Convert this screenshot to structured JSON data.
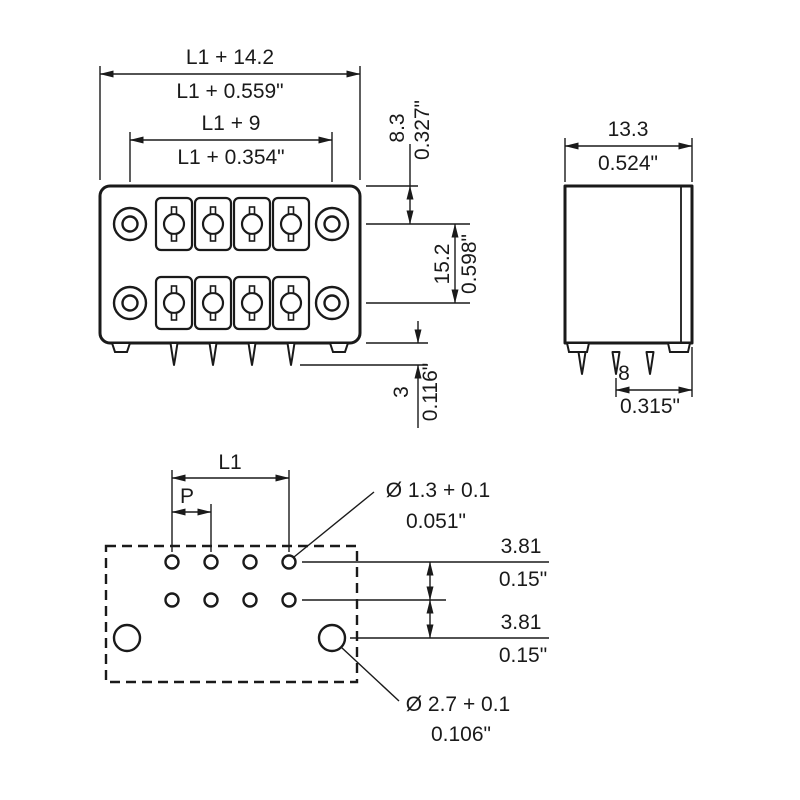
{
  "drawing": {
    "type": "technical-dimension-drawing",
    "views": {
      "front": {
        "dims": {
          "overall_width_mm": "L1 + 14.2",
          "overall_width_in": "L1 + 0.559\"",
          "hole_span_mm": "L1 + 9",
          "hole_span_in": "L1 + 0.354\"",
          "top_offset_mm": "8.3",
          "top_offset_in": "0.327\"",
          "row_spacing_mm": "15.2",
          "row_spacing_in": "0.598\"",
          "pin_length_mm": "3",
          "pin_length_in": "0.116\""
        }
      },
      "side": {
        "dims": {
          "depth_mm": "13.3",
          "depth_in": "0.524\"",
          "pin_offset_mm": "8",
          "pin_offset_in": "0.315\""
        }
      },
      "drill_plan": {
        "dims": {
          "span_label": "L1",
          "pitch_label": "P",
          "small_hole_mm": "Ø 1.3 + 0.1",
          "small_hole_in": "0.051\"",
          "row_spacing_top_mm": "3.81",
          "row_spacing_top_in": "0.15\"",
          "row_spacing_bottom_mm": "3.81",
          "row_spacing_bottom_in": "0.15\"",
          "large_hole_mm": "Ø 2.7 + 0.1",
          "large_hole_in": "0.106\""
        }
      }
    },
    "colors": {
      "line": "#1a1a1a",
      "background": "#ffffff"
    }
  }
}
